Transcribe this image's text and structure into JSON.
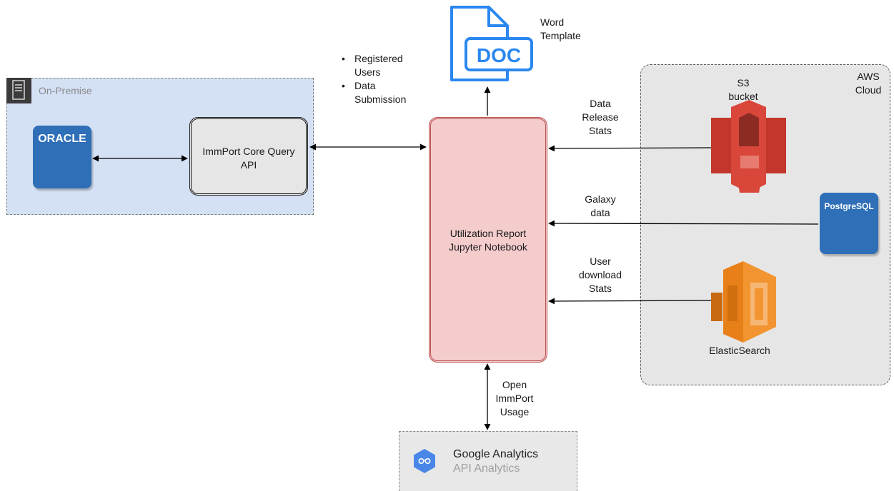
{
  "zones": {
    "on_premise": "On-Premise",
    "aws_cloud": "AWS\nCloud"
  },
  "nodes": {
    "oracle": "ORACLE",
    "api": "ImmPort Core Query\nAPI",
    "utilization": "Utilization Report\nJupyter Notebook",
    "word_template": "Word\nTemplate",
    "doc_icon_text": "DOC",
    "s3": "S3\nbucket",
    "postgres": "PostgreSQL",
    "elasticsearch": "ElasticSearch",
    "ga_title": "Google Analytics",
    "ga_subtitle": "API Analytics"
  },
  "edge_labels": {
    "bullets": [
      "Registered\nUsers",
      "Data\nSubmission"
    ],
    "data_release": "Data\nRelease\nStats",
    "galaxy": "Galaxy\ndata",
    "user_download": "User\ndownload\nStats",
    "open_immport": "Open\nImmPort\nUsage"
  },
  "colors": {
    "on_premise_fill": "#d4e1f5",
    "db_blue": "#2f6fb8",
    "report_fill": "#f5cccc",
    "report_border": "#b85450",
    "aws_fill": "#e6e6e6",
    "s3_red": "#d9473a",
    "elastic_orange": "#e8801a",
    "doc_blue": "#2b87f0",
    "ga_blue": "#4a86e8"
  },
  "icons": [
    "server-icon",
    "doc-file-icon",
    "s3-bucket-icon",
    "elasticsearch-icon",
    "google-analytics-icon"
  ]
}
